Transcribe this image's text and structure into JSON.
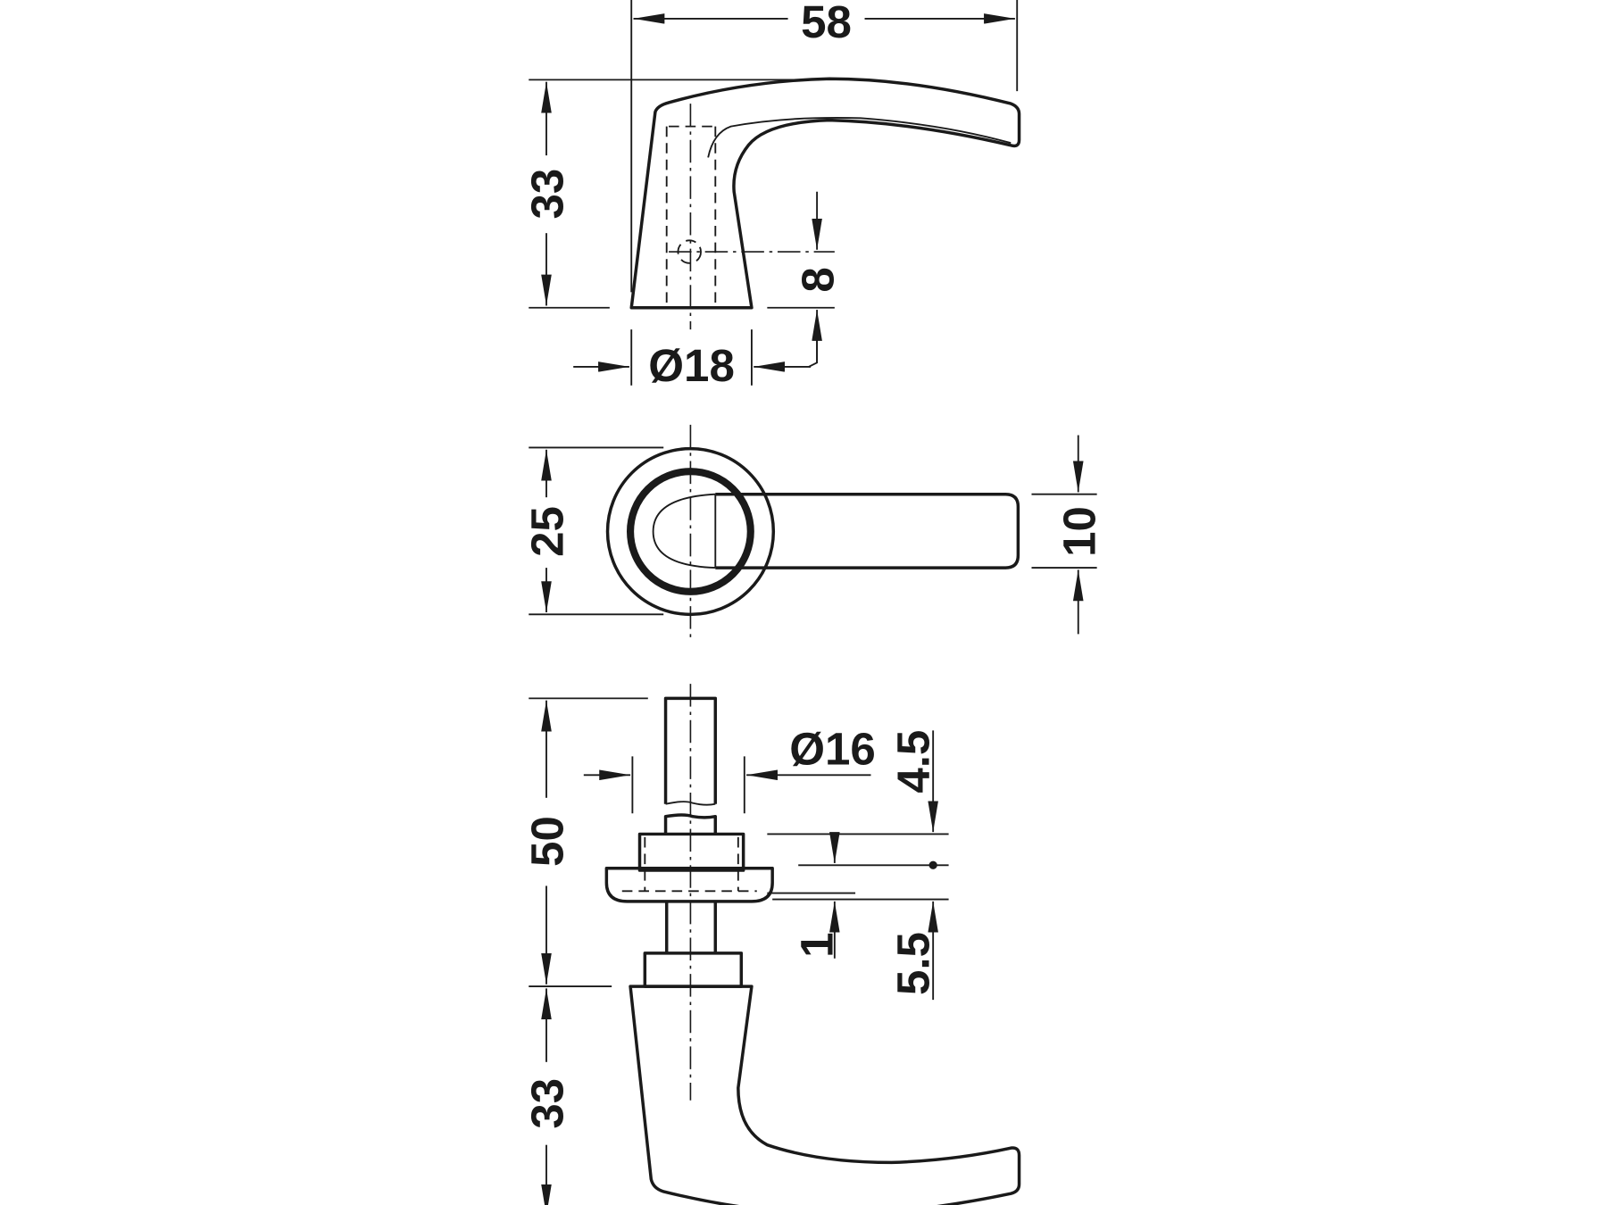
{
  "drawing": {
    "side_view": {
      "overall_length": "58",
      "height": "33",
      "axis_offset": "8",
      "rose_diameter": "Ø18"
    },
    "front_view": {
      "rose_height": "25",
      "lever_width": "10"
    },
    "assembly_view": {
      "spindle_length": "50",
      "lever_height": "33",
      "rose_diameter": "Ø16",
      "nut_height": "4.5",
      "gap": "1",
      "rose_height": "5.5"
    },
    "line_color": "#1a1a1a",
    "background": "#ffffff"
  }
}
